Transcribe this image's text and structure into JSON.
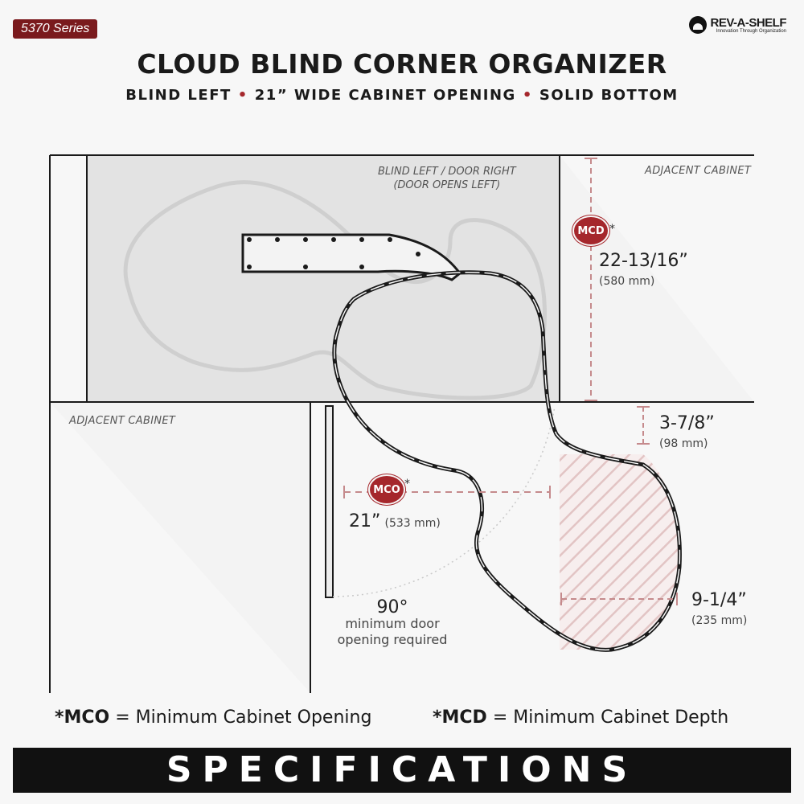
{
  "header": {
    "series_badge": "5370 Series",
    "brand": "REV-A-SHELF",
    "brand_tagline": "Innovation Through Organization",
    "title": "CLOUD BLIND CORNER ORGANIZER",
    "subtitle_parts": [
      "BLIND LEFT",
      "21” WIDE CABINET OPENING",
      "SOLID BOTTOM"
    ]
  },
  "diagram": {
    "blind_label_line1": "BLIND LEFT / DOOR RIGHT",
    "blind_label_line2": "(DOOR OPENS LEFT)",
    "adjacent_cabinet_top": "ADJACENT CABINET",
    "adjacent_cabinet_left": "ADJACENT CABINET",
    "mcd": {
      "badge": "MCD",
      "marker": "*",
      "imperial": "22-13/16”",
      "metric": "(580 mm)"
    },
    "mco": {
      "badge": "MCO",
      "marker": "*",
      "imperial": "21”",
      "metric": "(533 mm)"
    },
    "gap": {
      "imperial": "3-7/8”",
      "metric": "(98 mm)"
    },
    "front": {
      "imperial": "9-1/4”",
      "metric": "(235 mm)"
    },
    "door": {
      "angle": "90°",
      "note_line1": "minimum door",
      "note_line2": "opening required"
    },
    "colors": {
      "accent": "#a5272c",
      "cabinet_fill": "#e3e3e3",
      "outline": "#1a1a1a"
    }
  },
  "definitions": {
    "mco_term": "*MCO",
    "mco_text": "= Minimum Cabinet Opening",
    "mcd_term": "*MCD",
    "mcd_text": "= Minimum Cabinet Depth"
  },
  "footer": {
    "label": "SPECIFICATIONS"
  }
}
